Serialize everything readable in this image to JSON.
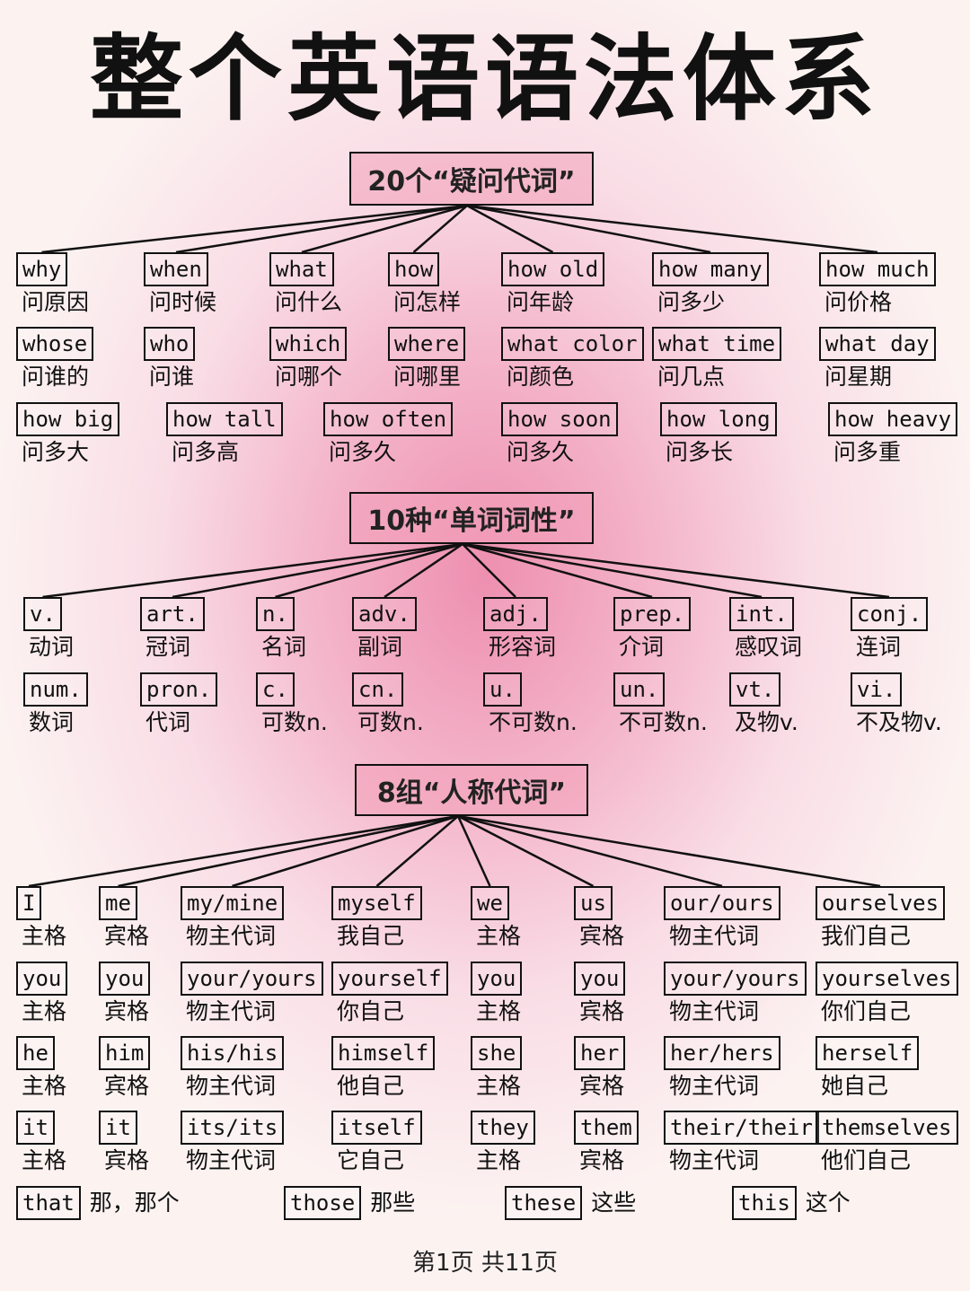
{
  "title": "整个英语语法体系",
  "footer": "第1页 共11页",
  "sections": [
    {
      "heading": "20个“疑问代词”",
      "items": [
        {
          "word": "why",
          "meaning": "问原因"
        },
        {
          "word": "when",
          "meaning": "问时候"
        },
        {
          "word": "what",
          "meaning": "问什么"
        },
        {
          "word": "how",
          "meaning": "问怎样"
        },
        {
          "word": "how old",
          "meaning": "问年龄"
        },
        {
          "word": "how many",
          "meaning": "问多少"
        },
        {
          "word": "how much",
          "meaning": "问价格"
        },
        {
          "word": "whose",
          "meaning": "问谁的"
        },
        {
          "word": "who",
          "meaning": "问谁"
        },
        {
          "word": "which",
          "meaning": "问哪个"
        },
        {
          "word": "where",
          "meaning": "问哪里"
        },
        {
          "word": "what color",
          "meaning": "问颜色"
        },
        {
          "word": "what time",
          "meaning": "问几点"
        },
        {
          "word": "what day",
          "meaning": "问星期"
        },
        {
          "word": "how big",
          "meaning": "问多大"
        },
        {
          "word": "how tall",
          "meaning": "问多高"
        },
        {
          "word": "how often",
          "meaning": "问多久"
        },
        {
          "word": "how soon",
          "meaning": "问多久"
        },
        {
          "word": "how long",
          "meaning": "问多长"
        },
        {
          "word": "how heavy",
          "meaning": "问多重"
        }
      ]
    },
    {
      "heading": "10种“单词词性”",
      "items": [
        {
          "word": "v.",
          "meaning": "动词"
        },
        {
          "word": "art.",
          "meaning": "冠词"
        },
        {
          "word": "n.",
          "meaning": "名词"
        },
        {
          "word": "adv.",
          "meaning": "副词"
        },
        {
          "word": "adj.",
          "meaning": "形容词"
        },
        {
          "word": "prep.",
          "meaning": "介词"
        },
        {
          "word": "int.",
          "meaning": "感叹词"
        },
        {
          "word": "conj.",
          "meaning": "连词"
        },
        {
          "word": "num.",
          "meaning": "数词"
        },
        {
          "word": "pron.",
          "meaning": "代词"
        },
        {
          "word": "c.",
          "meaning": "可数n."
        },
        {
          "word": "cn.",
          "meaning": "可数n."
        },
        {
          "word": "u.",
          "meaning": "不可数n."
        },
        {
          "word": "un.",
          "meaning": "不可数n."
        },
        {
          "word": "vt.",
          "meaning": "及物v."
        },
        {
          "word": "vi.",
          "meaning": "不及物v."
        }
      ]
    },
    {
      "heading": "8组“人称代词”",
      "items": [
        {
          "word": "I",
          "meaning": "主格"
        },
        {
          "word": "me",
          "meaning": "宾格"
        },
        {
          "word": "my/mine",
          "meaning": "物主代词"
        },
        {
          "word": "myself",
          "meaning": "我自己"
        },
        {
          "word": "we",
          "meaning": "主格"
        },
        {
          "word": "us",
          "meaning": "宾格"
        },
        {
          "word": "our/ours",
          "meaning": "物主代词"
        },
        {
          "word": "ourselves",
          "meaning": "我们自己"
        },
        {
          "word": "you",
          "meaning": "主格"
        },
        {
          "word": "you",
          "meaning": "宾格"
        },
        {
          "word": "your/yours",
          "meaning": "物主代词"
        },
        {
          "word": "yourself",
          "meaning": "你自己"
        },
        {
          "word": "you",
          "meaning": "主格"
        },
        {
          "word": "you",
          "meaning": "宾格"
        },
        {
          "word": "your/yours",
          "meaning": "物主代词"
        },
        {
          "word": "yourselves",
          "meaning": "你们自己"
        },
        {
          "word": "he",
          "meaning": "主格"
        },
        {
          "word": "him",
          "meaning": "宾格"
        },
        {
          "word": "his/his",
          "meaning": "物主代词"
        },
        {
          "word": "himself",
          "meaning": "他自己"
        },
        {
          "word": "she",
          "meaning": "主格"
        },
        {
          "word": "her",
          "meaning": "宾格"
        },
        {
          "word": "her/hers",
          "meaning": "物主代词"
        },
        {
          "word": "herself",
          "meaning": "她自己"
        },
        {
          "word": "it",
          "meaning": "主格"
        },
        {
          "word": "it",
          "meaning": "宾格"
        },
        {
          "word": "its/its",
          "meaning": "物主代词"
        },
        {
          "word": "itself",
          "meaning": "它自己"
        },
        {
          "word": "they",
          "meaning": "主格"
        },
        {
          "word": "them",
          "meaning": "宾格"
        },
        {
          "word": "their/their",
          "meaning": "物主代词"
        },
        {
          "word": "themselves",
          "meaning": "他们自己"
        }
      ],
      "extras": [
        {
          "word": "that",
          "meaning": "那，那个"
        },
        {
          "word": "those",
          "meaning": "那些"
        },
        {
          "word": "these",
          "meaning": "这些"
        },
        {
          "word": "this",
          "meaning": "这个"
        }
      ]
    }
  ]
}
